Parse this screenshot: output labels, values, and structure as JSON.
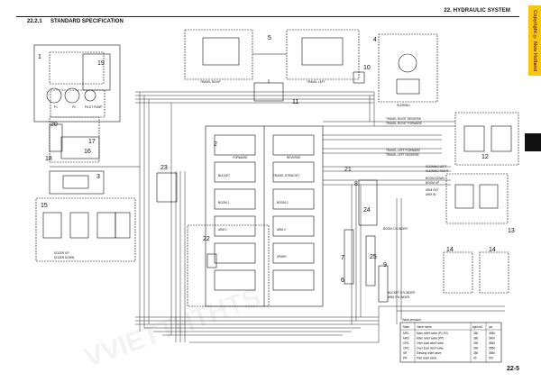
{
  "header": {
    "chapter": "22. HYDRAULIC SYSTEM"
  },
  "section": {
    "number": "22.2.1",
    "title": "STANDARD SPECIFICATION"
  },
  "badge": {
    "text": "Copyright © New Holland"
  },
  "page_number": "22-5",
  "watermark": "VVIETTHTHTS",
  "callouts": [
    "1",
    "2",
    "3",
    "4",
    "5",
    "6",
    "7",
    "8",
    "9",
    "10",
    "11",
    "12",
    "13",
    "14",
    "14",
    "15",
    "16",
    "17",
    "18",
    "19",
    "20",
    "21",
    "22",
    "23",
    "24",
    "25"
  ],
  "labels": {
    "travel_right": "TRAVEL RIGHT",
    "travel_left": "TRAVEL LEFT",
    "slewing": "SLEWING",
    "forward": "FORWARD",
    "reverse": "REVERSE",
    "travel_r_reverse": "TRAVEL RIGHT REVERSE",
    "travel_r_forward": "TRAVEL RIGHT FORWARD",
    "travel_l_forward": "TRAVEL LEFT FORWARD",
    "travel_l_reverse": "TRAVEL LEFT REVERSE",
    "slewing_left": "SLEWING LEFT",
    "slewing_right": "SLEWING RIGHT",
    "boom_down": "BOOM DOWN",
    "boom_up": "BOOM UP",
    "arm_out": "ARM OUT",
    "arm_in": "ARM IN",
    "bucket": "BUCKET",
    "boom": "BOOM",
    "arm": "ARM",
    "bucket_cyl": "BUCKET CYLINDER",
    "arm_cyl": "ARM CYLINDER",
    "boom_cyl": "BOOM CYLINDER",
    "dozer_up": "DOZER UP",
    "dozer_down": "DOZER DOWN",
    "arm_1": "ARM 1",
    "arm_2": "ARM 2",
    "boom_1": "BOOM 1",
    "boom_2": "BOOM 2",
    "travel_straight": "TRAVEL STRAIGHT",
    "p1": "P1",
    "p2": "P2",
    "pilot_pump": "PILOT PUMP",
    "spare": "SPARE"
  },
  "pressure_table": {
    "title": "Valve pressure",
    "headers": [
      "Mark",
      "Valve name",
      "kgf/cm2",
      "psi"
    ],
    "rows": [
      [
        "MR1",
        "Main relief valve (P1,P2)",
        "350",
        "4980"
      ],
      [
        "MR2",
        "Main relief valve (PP)",
        "380",
        "5400"
      ],
      [
        "OR1",
        "Over load relief valve",
        "390",
        "5550"
      ],
      [
        "OR2",
        "Over load relief valve",
        "390",
        "5550"
      ],
      [
        "SR",
        "Slewing relief valve",
        "280",
        "3980"
      ],
      [
        "PR",
        "Pilot relief valve",
        "40",
        "570"
      ]
    ]
  }
}
